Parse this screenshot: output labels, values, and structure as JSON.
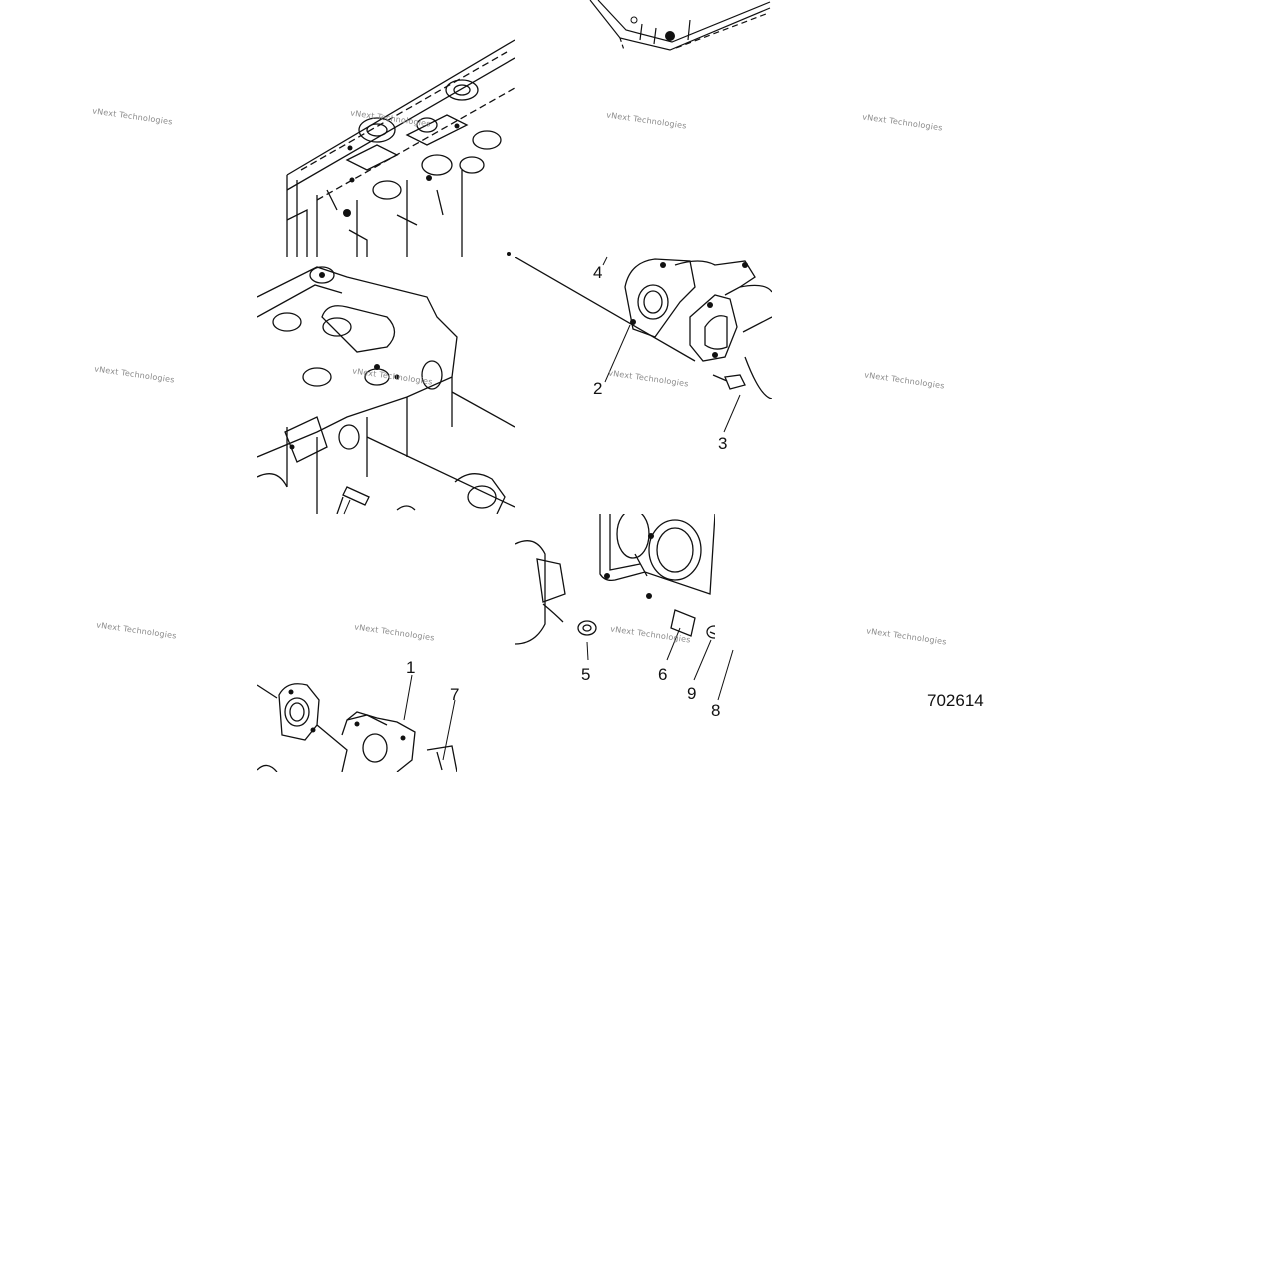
{
  "callouts": [
    "1",
    "2",
    "3",
    "4",
    "5",
    "6",
    "7",
    "8",
    "9"
  ],
  "figure_number": "702614",
  "watermark": "vNext Technologies"
}
